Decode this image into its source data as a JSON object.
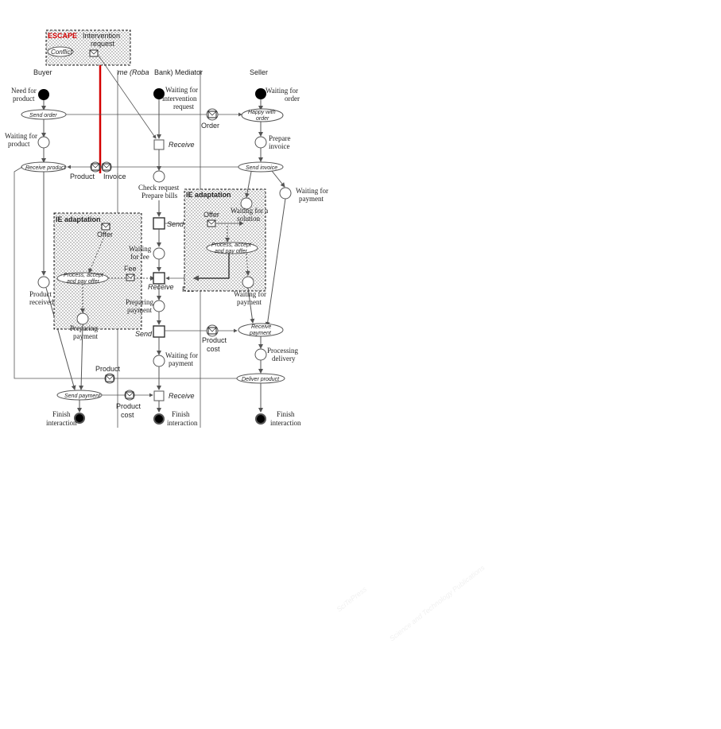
{
  "watermark": {
    "main": "SciTePress",
    "sub": "Science and Technology Publications"
  },
  "lanes": {
    "buyer": "Buyer",
    "mediator": "me (Roba",
    "mediator2": "Bank) Mediator",
    "seller": "Seller"
  },
  "escape": {
    "title": "ESCAPE",
    "request": "Intervention",
    "request2": "request",
    "conflict": "Conflict"
  },
  "buyer": {
    "need": "Need for",
    "need2": "product",
    "send_order": "Send order",
    "waiting": "Waiting for",
    "waiting2": "product",
    "receive_product": "Receive product",
    "product_received": "Product",
    "product_received2": "received",
    "send_payment": "Send payment",
    "finish": "Finish",
    "finish2": "interaction"
  },
  "ie_left": {
    "title": "IE adaptation",
    "offer": "Offer",
    "process": "Process, accept",
    "process2": "and pay offer",
    "fee": "Fee",
    "preparing": "Preparing",
    "preparing2": "payment"
  },
  "mediator": {
    "waiting": "Waiting for",
    "waiting2": "intervention",
    "waiting3": "request",
    "receive1": "Receive",
    "check": "Check request",
    "prepare_bills": "Prepare bills",
    "send1": "Send",
    "waiting_fee": "Waiting",
    "waiting_fee2": "for fee",
    "receive2": "Receive",
    "preparing": "Preparing",
    "preparing2": "payment",
    "send2": "Send",
    "waiting_pay": "Waiting for",
    "waiting_pay2": "payment",
    "receive3": "Receive",
    "finish": "Finish",
    "finish2": "interaction"
  },
  "messages": {
    "order": "Order",
    "product": "Product",
    "invoice": "Invoice",
    "product_cost": "Product",
    "product_cost2": "cost",
    "product2": "Product",
    "product_cost_b": "Product",
    "product_cost_b2": "cost",
    "fee": "Fee"
  },
  "ie_right": {
    "title": "IE adaptation",
    "offer": "Offer",
    "waiting_solution": "Waiting for a",
    "waiting_solution2": "solution",
    "process": "Process, accept",
    "process2": "and pay offer",
    "waiting_payment": "Waiting for",
    "waiting_payment2": "payment"
  },
  "seller": {
    "waiting_order": "Waiting for",
    "waiting_order2": "order",
    "happy": "Happy with",
    "happy2": "order",
    "prepare_invoice": "Prepare",
    "prepare_invoice2": "invoice",
    "send_invoice": "Send invoice",
    "waiting_payment": "Waiting for",
    "waiting_payment2": "payment",
    "receive_payment": "Receive",
    "receive_payment2": "payment",
    "processing": "Processing",
    "processing2": "delivery",
    "deliver": "Deliver product",
    "finish": "Finish",
    "finish2": "interaction"
  },
  "colors": {
    "escape_red": "#d40000",
    "line": "#555555",
    "dots": "#777777"
  }
}
